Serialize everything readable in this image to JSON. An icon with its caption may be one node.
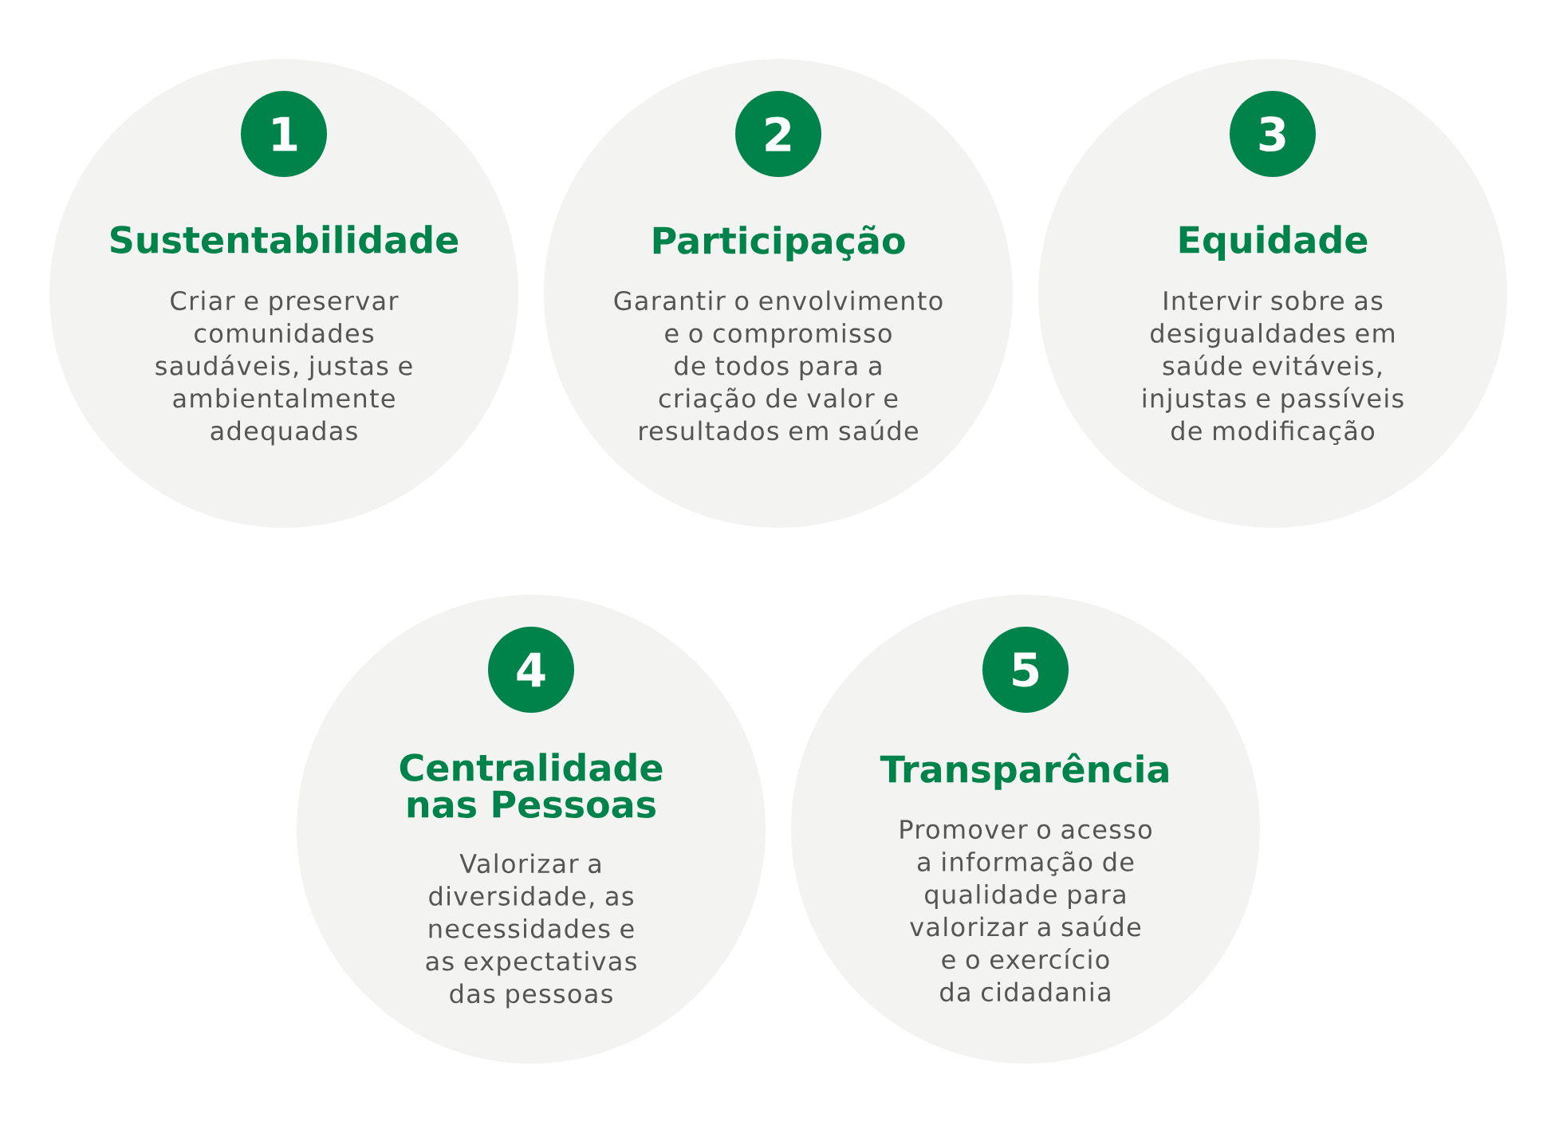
{
  "diagram": {
    "nodes": [
      {
        "text": [
          "Sustentabilidade",
          "Criar e preservar comunidades saudáveis, justas e ambientalmente adequadas"
        ]
      },
      {
        "text": [
          "1"
        ],
        "in": 0
      },
      {
        "text": [
          "Participação",
          "Garantir o envolvimento e o compromisso de todos para a criação de valor e resultados em saúde"
        ]
      },
      {
        "text": [
          "2"
        ],
        "in": 2
      },
      {
        "text": [
          "Equidade",
          "Intervir sobre as desigualdades em saúde evitáveis, injustas e passíveis de modificação"
        ]
      },
      {
        "text": [
          "3"
        ],
        "in": 4
      },
      {
        "text": [
          "Centralidade nas Pessoas",
          "Valorizar a diversidade, as necessidades e as expectativas das pessoas"
        ]
      },
      {
        "text": [
          "4"
        ],
        "in": 6
      },
      {
        "text": [
          "Transparência",
          "Promover o acesso a informação de qualidade para valorizar a saúde e o exercício da cidadania"
        ]
      },
      {
        "text": [
          "5"
        ],
        "in": 8
      }
    ]
  }
}
